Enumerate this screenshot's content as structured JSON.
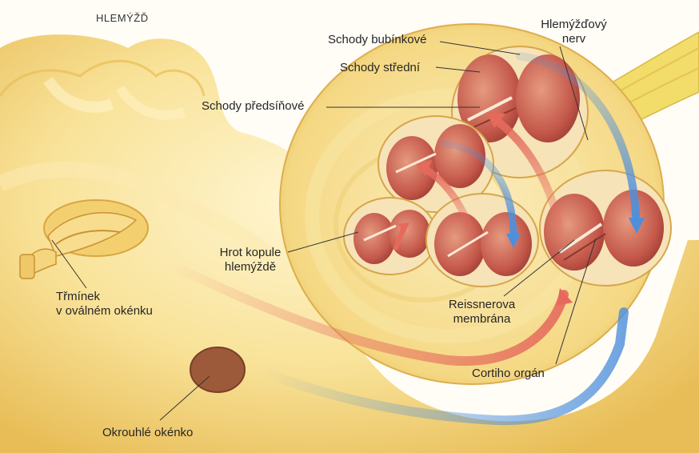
{
  "title": "HLEMÝŽĎ",
  "labels": {
    "scala_tympani": "Schody bubínkové",
    "scala_media": "Schody střední",
    "scala_vestibuli": "Schody předsíňové",
    "cochlear_nerve_line1": "Hlemýžďový",
    "cochlear_nerve_line2": "nerv",
    "apex_line1": "Hrot kopule",
    "apex_line2": "hlemýždě",
    "stapes_line1": "Třmínek",
    "stapes_line2": "v oválném okénku",
    "reissner_line1": "Reissnerova",
    "reissner_line2": "membrána",
    "corti": "Cortiho orgán",
    "round_window": "Okrouhlé okénko"
  },
  "colors": {
    "bone": "#f7d97e",
    "bone_light": "#fcedb5",
    "bone_shadow": "#e2b54e",
    "duct": "#c4584a",
    "duct_light": "#e08a72",
    "nerve": "#f2dc6a",
    "arrow_red": "#e56a5c",
    "arrow_blue": "#4e8fdc",
    "round_window": "#9c5a3a",
    "line": "#333333"
  }
}
